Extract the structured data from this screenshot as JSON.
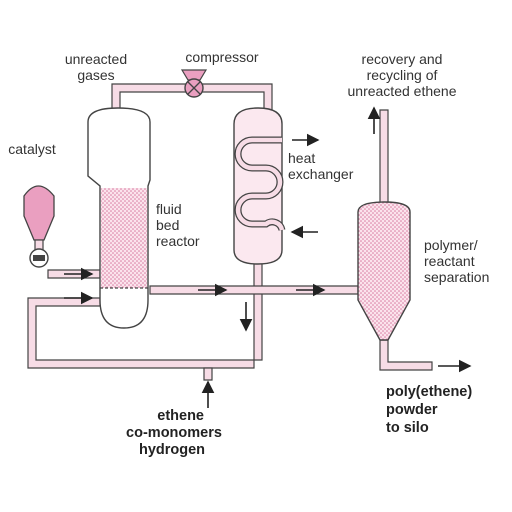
{
  "labels": {
    "unreacted_gases": [
      "unreacted",
      "gases"
    ],
    "compressor": "compressor",
    "recovery": [
      "recovery and",
      "recycling of",
      "unreacted ethene"
    ],
    "catalyst": "catalyst",
    "heat_exchanger": [
      "heat",
      "exchanger"
    ],
    "reactor": [
      "fluid",
      "bed",
      "reactor"
    ],
    "separation": [
      "polymer/",
      "reactant",
      "separation"
    ],
    "feed": [
      "ethene",
      "co-monomers",
      "hydrogen"
    ],
    "product": [
      "poly(ethene)",
      "powder",
      "to silo"
    ]
  },
  "colors": {
    "pipe_fill": "#f7dce6",
    "vessel_fill": "#fbe8ef",
    "accent_pink": "#ea9fc0",
    "outline": "#444444"
  }
}
